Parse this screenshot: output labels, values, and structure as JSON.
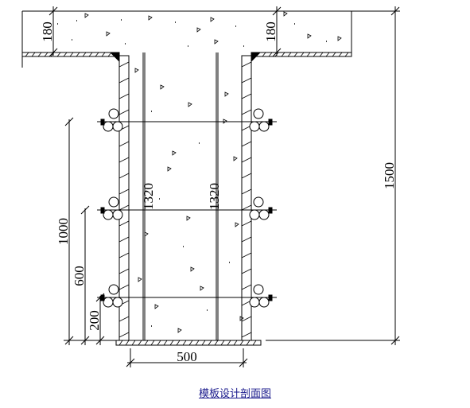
{
  "dimensions": {
    "slab_left": "180",
    "slab_right": "180",
    "total_height": "1500",
    "beam_height_left": "1320",
    "beam_height_right": "1320",
    "bolt_spacing_1000": "1000",
    "bolt_spacing_600": "600",
    "bolt_spacing_200": "200",
    "beam_width": "500"
  },
  "caption": "模板设计剖面图",
  "colors": {
    "line": "#000000",
    "caption": "#1a1a8c"
  }
}
